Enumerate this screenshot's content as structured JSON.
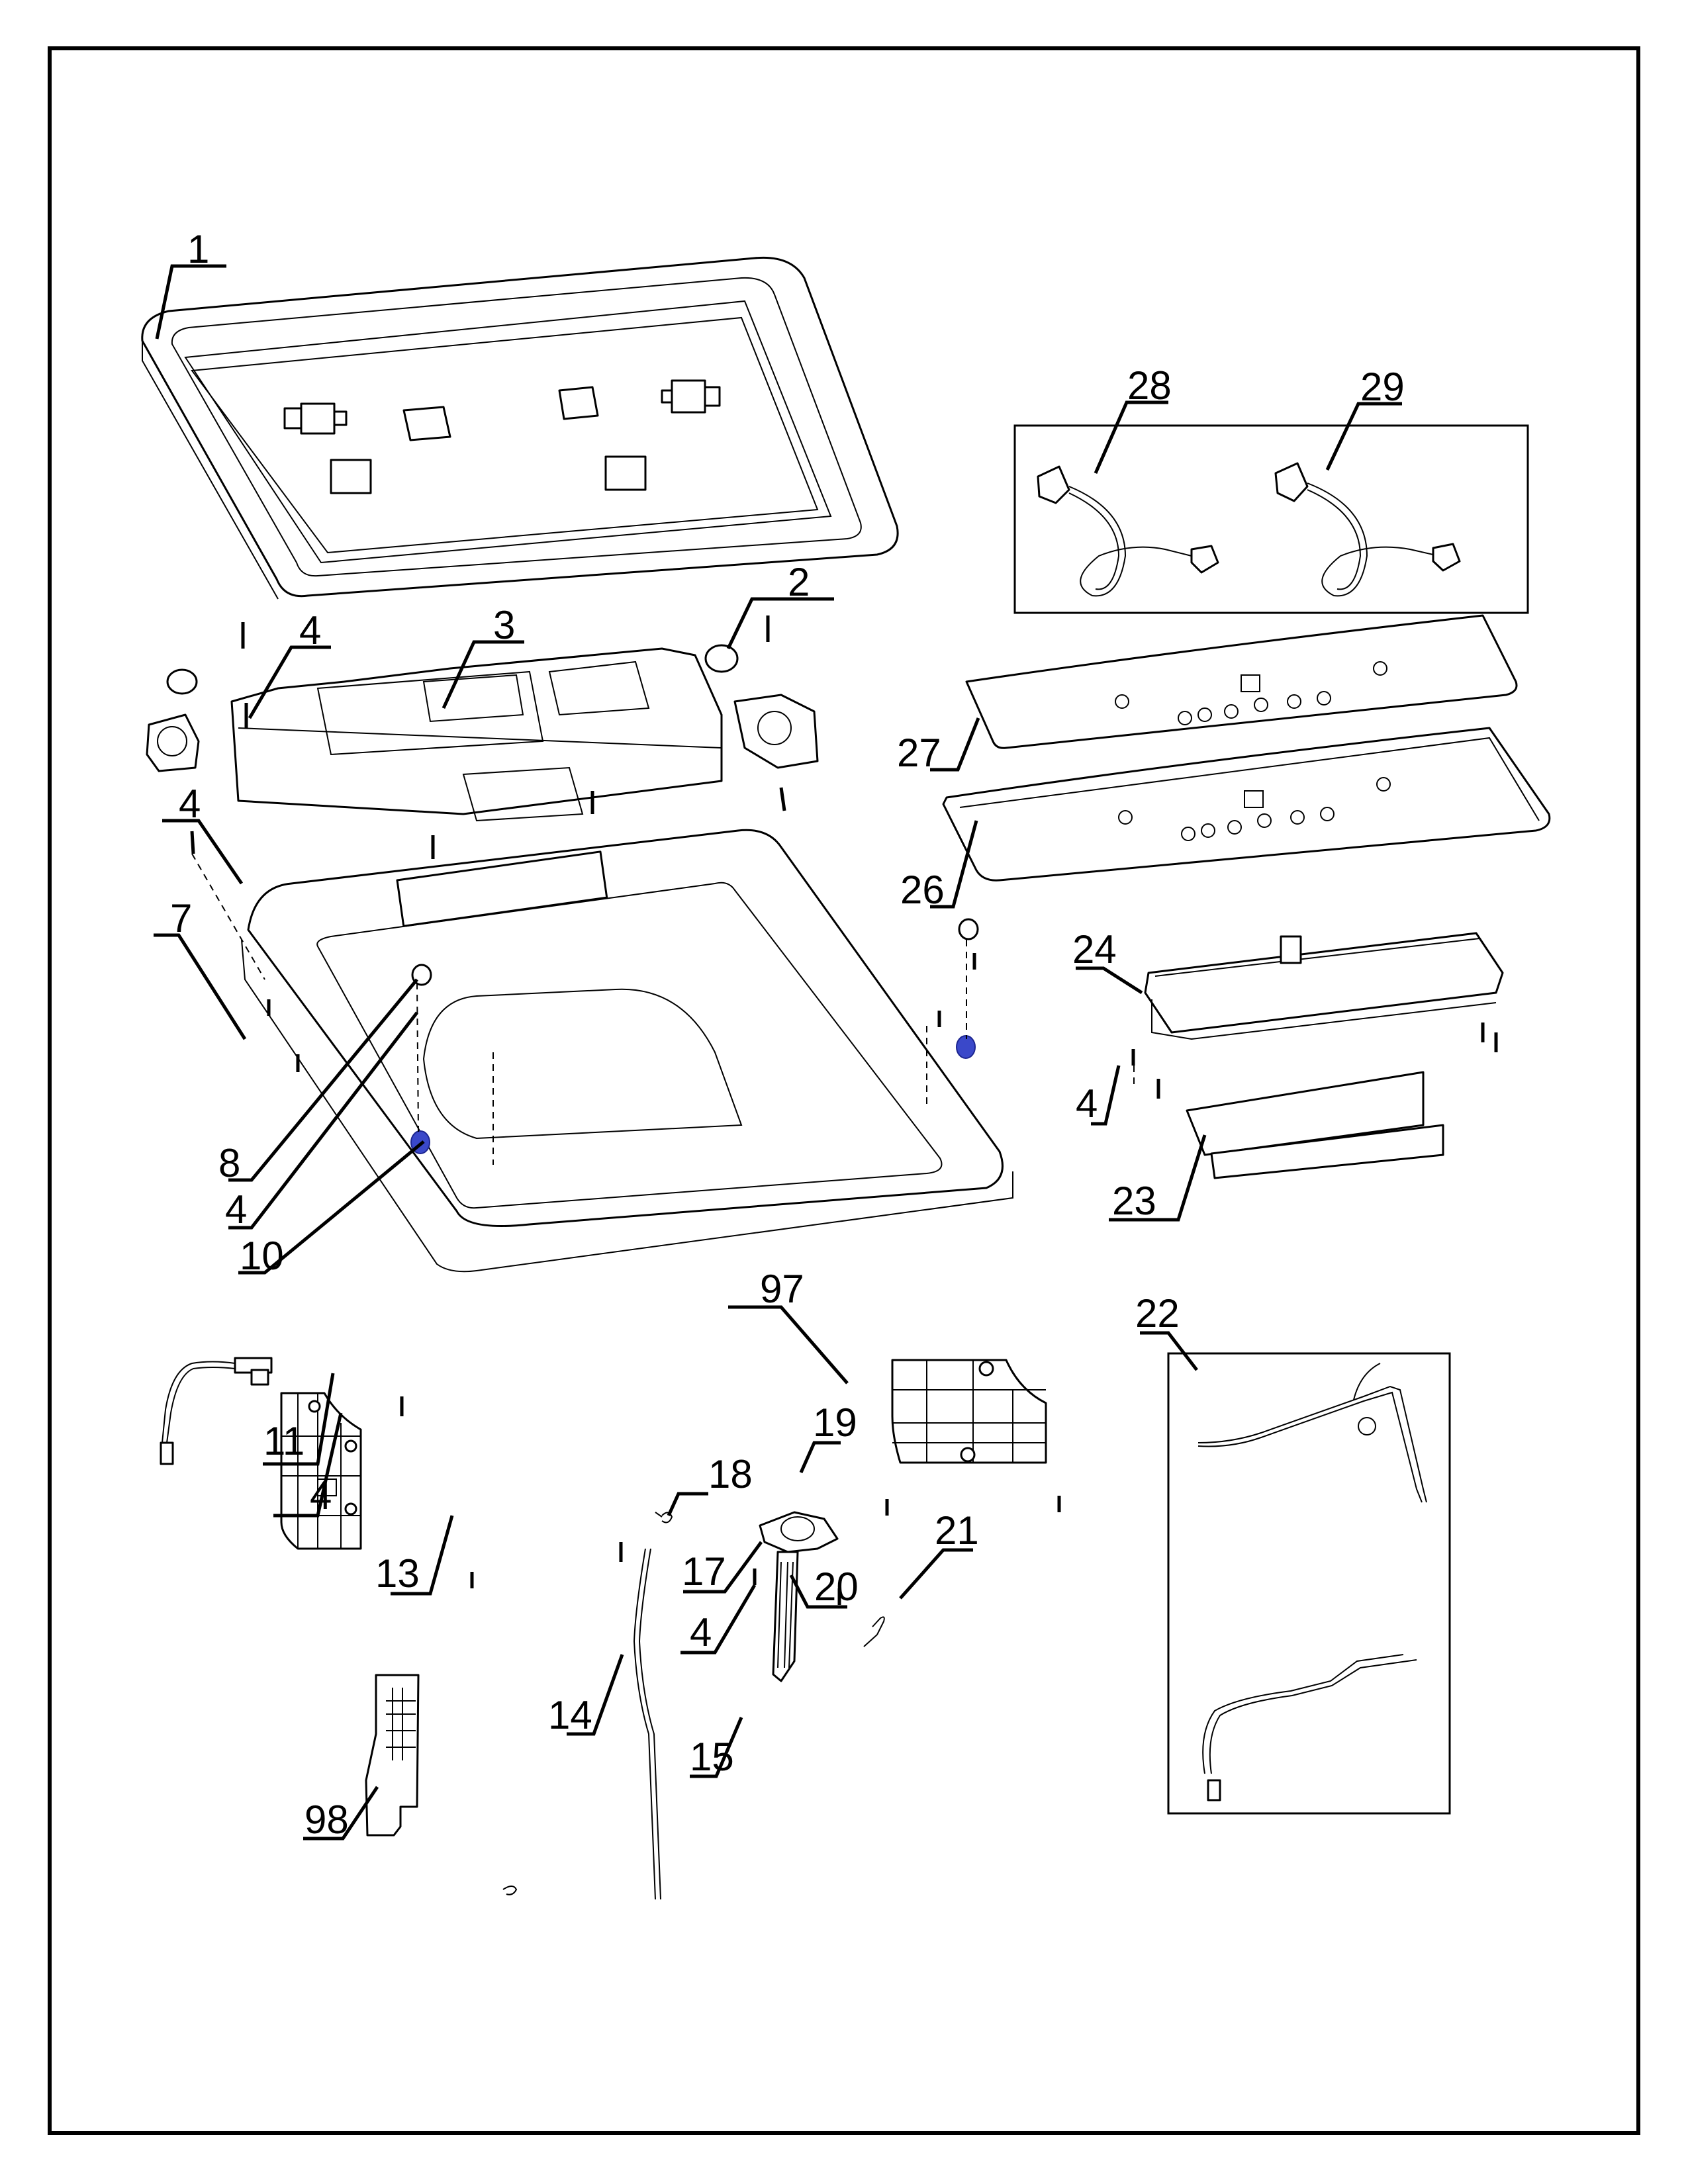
{
  "document": {
    "type": "exploded parts diagram",
    "subject": "washer top/console assembly"
  },
  "callouts": [
    {
      "id": "c1",
      "label": "1",
      "part": "top-lid-frame"
    },
    {
      "id": "c2",
      "label": "2",
      "part": "plug-cap"
    },
    {
      "id": "c3",
      "label": "3",
      "part": "dispenser-housing"
    },
    {
      "id": "c4a",
      "label": "4",
      "part": "screw"
    },
    {
      "id": "c4b",
      "label": "4",
      "part": "screw"
    },
    {
      "id": "c7",
      "label": "7",
      "part": "top-cover"
    },
    {
      "id": "c8",
      "label": "8",
      "part": "grommet"
    },
    {
      "id": "c4c",
      "label": "4",
      "part": "screw"
    },
    {
      "id": "c10",
      "label": "10",
      "part": "hinge-bushing"
    },
    {
      "id": "c28",
      "label": "28",
      "part": "inlet-hose"
    },
    {
      "id": "c29",
      "label": "29",
      "part": "inlet-hose"
    },
    {
      "id": "c27",
      "label": "27",
      "part": "control-panel-overlay"
    },
    {
      "id": "c26",
      "label": "26",
      "part": "control-panel-frame"
    },
    {
      "id": "c24",
      "label": "24",
      "part": "control-board"
    },
    {
      "id": "c4d",
      "label": "4",
      "part": "screw"
    },
    {
      "id": "c23",
      "label": "23",
      "part": "board-cover"
    },
    {
      "id": "c22",
      "label": "22",
      "part": "wire-harness"
    },
    {
      "id": "c97",
      "label": "97",
      "part": "rear-bracket"
    },
    {
      "id": "c11",
      "label": "11",
      "part": "lid-switch"
    },
    {
      "id": "c4e",
      "label": "4",
      "part": "screw"
    },
    {
      "id": "c13",
      "label": "13",
      "part": "mounting-bracket"
    },
    {
      "id": "c18",
      "label": "18",
      "part": "hose-clamp"
    },
    {
      "id": "c19",
      "label": "19",
      "part": "pressure-sensor"
    },
    {
      "id": "c17",
      "label": "17",
      "part": "sensor-bracket"
    },
    {
      "id": "c20",
      "label": "20",
      "part": "connector"
    },
    {
      "id": "c4f",
      "label": "4",
      "part": "screw"
    },
    {
      "id": "c21",
      "label": "21",
      "part": "clip"
    },
    {
      "id": "c14",
      "label": "14",
      "part": "pressure-tube"
    },
    {
      "id": "c15",
      "label": "15",
      "part": "sensor-assembly"
    },
    {
      "id": "c98",
      "label": "98",
      "part": "side-bracket"
    }
  ]
}
